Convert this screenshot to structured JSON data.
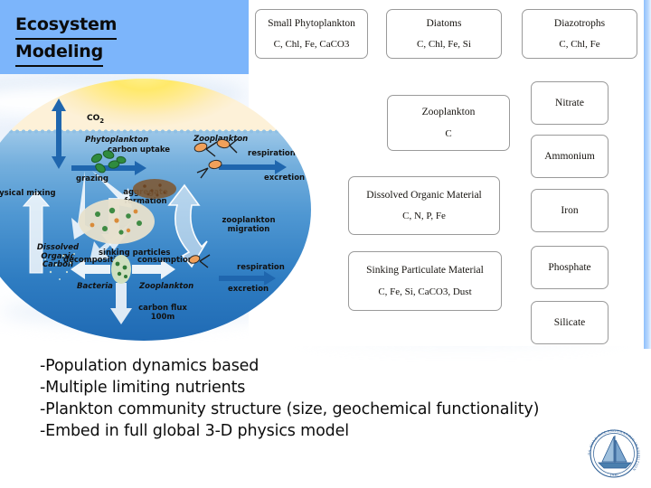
{
  "slide": {
    "title_lines": [
      "Ecosystem",
      "Modeling"
    ],
    "header_color": "#7cb5fb",
    "panel_color": "#ffffff"
  },
  "plankton_boxes": [
    {
      "name": "Small Phytoplankton",
      "tracers": "C, Chl, Fe, CaCO3"
    },
    {
      "name": "Diatoms",
      "tracers": "C, Chl, Fe, Si"
    },
    {
      "name": "Diazotrophs",
      "tracers": "C, Chl, Fe"
    }
  ],
  "pool_boxes": [
    {
      "name": "Zooplankton",
      "tracers": "C"
    },
    {
      "name": "Dissolved Organic Material",
      "tracers": "C, N, P, Fe"
    },
    {
      "name": "Sinking Particulate Material",
      "tracers": "C, Fe, Si, CaCO3, Dust"
    }
  ],
  "nutrient_boxes": [
    {
      "name": "Nitrate"
    },
    {
      "name": "Ammonium"
    },
    {
      "name": "Iron"
    },
    {
      "name": "Phosphate"
    },
    {
      "name": "Silicate"
    }
  ],
  "diagram": {
    "labels": {
      "co2": "CO",
      "co2_sub": "2",
      "phytoplankton": "Phytoplankton",
      "carbon_uptake": "carbon uptake",
      "zooplankton_top": "Zooplankton",
      "respiration_top": "respiration",
      "excretion_top": "excretion",
      "grazing": "grazing",
      "physical_mixing": "physical mixing",
      "aggregate_formation_l1": "aggregate",
      "aggregate_formation_l2": "formation",
      "zooplankton_migration_l1": "zooplankton",
      "zooplankton_migration_l2": "migration",
      "dissolved_organic_carbon_l1": "Dissolved",
      "dissolved_organic_carbon_l2": "Organic",
      "dissolved_organic_carbon_l3": "Carbon",
      "sinking_particles": "sinking particles",
      "decomposition": "decomposition",
      "consumption": "consumption",
      "bacteria": "Bacteria",
      "zooplankton_bottom": "Zooplankton",
      "respiration_bottom": "respiration",
      "excretion_bottom": "excretion",
      "carbon_flux_l1": "carbon flux",
      "carbon_flux_l2": "100m"
    },
    "colors": {
      "sky": "#ffe96a",
      "sea_top": "#9cc7e8",
      "sea_bottom": "#1f6ab4",
      "arrow": "#1f66ae"
    }
  },
  "bullets": [
    "-Population dynamics based",
    "-Multiple limiting nutrients",
    "-Plankton community structure (size, geochemical functionality)",
    "-Embed in full global 3-D physics model"
  ],
  "logo": {
    "name": "Woods Hole Oceanographic Institution",
    "ring_text": "WOODS HOLE OCEANOGRAPHIC INSTITUTION",
    "year": "1930",
    "color": "#2e5f96"
  }
}
